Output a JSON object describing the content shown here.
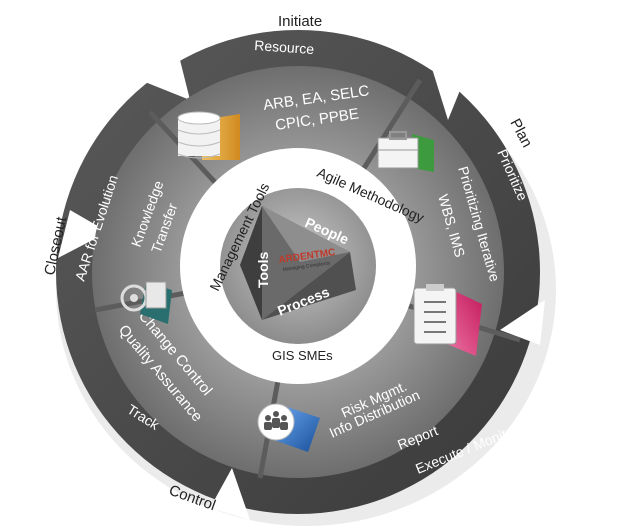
{
  "phases": {
    "initiate": "Initiate",
    "plan": "Plan",
    "execute_monitor": "Execute / Monitor",
    "control": "Control",
    "closeout": "Closeout"
  },
  "segments": {
    "top": {
      "band": "Resource",
      "line1": "ARB, EA, SELC",
      "line2": "CPIC, PPBE",
      "icon": "briefcase-icon"
    },
    "right": {
      "band": "Prioritize",
      "line1": "Prioritizing Iterative",
      "line2": "WBS, IMS",
      "icon": "clipboard-checklist-icon"
    },
    "bottom": {
      "band": "Report",
      "line1": "Risk Mgmt.",
      "line2": "Info Distribution",
      "icon": "team-people-icon"
    },
    "lower_left": {
      "band": "Track",
      "line1": "Change Control",
      "line2": "Quality Assurance",
      "icon": "gear-document-icon"
    },
    "left": {
      "band": "AAR for Evolution",
      "line1": "Knowledge",
      "line2": "Transfer",
      "icon": "database-icon"
    }
  },
  "inner_ring": {
    "top": "Agile Methodology",
    "left": "Management Tools",
    "bottom": "GIS SMEs"
  },
  "center": {
    "tools": "Tools",
    "people": "People",
    "process": "Process",
    "logo_main": "ARDENTMC",
    "logo_sub": "Managing Complexity"
  },
  "colors": {
    "dark_band": "#4a4a4a",
    "mid_segment": "#8a8a8a",
    "light_segment": "#a8a8a8",
    "inner_ring": "#ffffff",
    "accent_orange": "#e0a030",
    "accent_green": "#3e9a3e",
    "accent_pink": "#e24a8a",
    "accent_blue": "#2a6fc0",
    "logo_red": "#c0392b"
  }
}
